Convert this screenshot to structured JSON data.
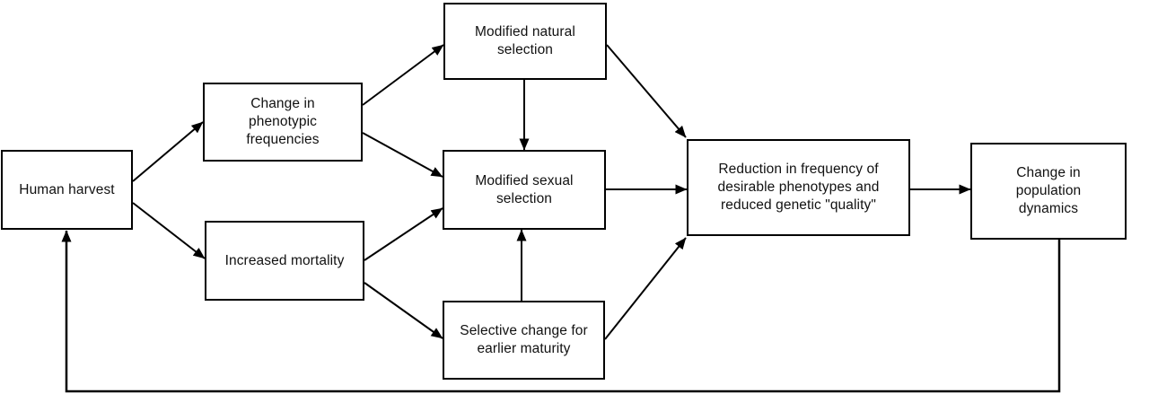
{
  "figure": {
    "type": "flow-diagram",
    "background_color": "#ffffff",
    "stroke_color": "#000000",
    "nodes": {
      "human_harvest": {
        "label": "Human harvest"
      },
      "phenotypic_frequencies": {
        "label": "Change in\nphenotypic\nfrequencies"
      },
      "increased_mortality": {
        "label": "Increased mortality"
      },
      "natural_selection": {
        "label": "Modified natural\nselection"
      },
      "sexual_selection": {
        "label": "Modified sexual\nselection"
      },
      "earlier_maturity": {
        "label": "Selective change for\nearlier maturity"
      },
      "reduction_quality": {
        "label": "Reduction in frequency of\ndesirable phenotypes and\nreduced genetic \"quality\""
      },
      "population_dynamics": {
        "label": "Change in\npopulation\ndynamics"
      }
    },
    "edges": [
      {
        "from": "human_harvest",
        "to": "phenotypic_frequencies"
      },
      {
        "from": "human_harvest",
        "to": "increased_mortality"
      },
      {
        "from": "phenotypic_frequencies",
        "to": "natural_selection"
      },
      {
        "from": "phenotypic_frequencies",
        "to": "sexual_selection"
      },
      {
        "from": "increased_mortality",
        "to": "sexual_selection"
      },
      {
        "from": "increased_mortality",
        "to": "earlier_maturity"
      },
      {
        "from": "natural_selection",
        "to": "sexual_selection"
      },
      {
        "from": "earlier_maturity",
        "to": "sexual_selection"
      },
      {
        "from": "natural_selection",
        "to": "reduction_quality"
      },
      {
        "from": "sexual_selection",
        "to": "reduction_quality"
      },
      {
        "from": "earlier_maturity",
        "to": "reduction_quality"
      },
      {
        "from": "reduction_quality",
        "to": "population_dynamics"
      },
      {
        "from": "population_dynamics",
        "to": "human_harvest",
        "note": "feedback loop along bottom"
      }
    ]
  }
}
